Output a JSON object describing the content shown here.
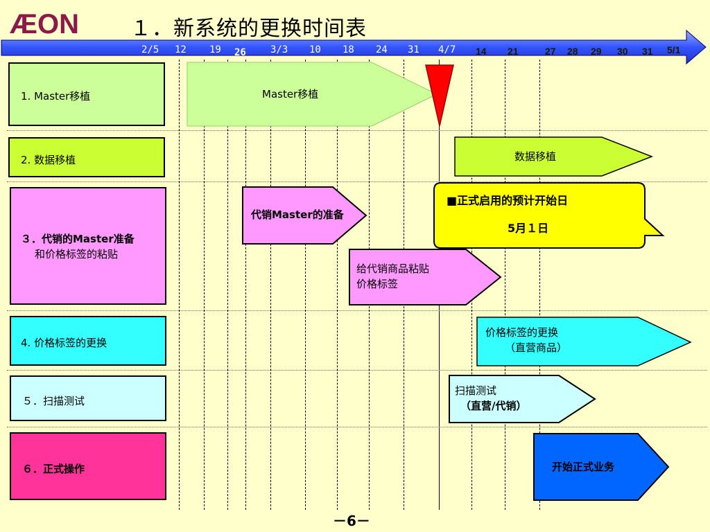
{
  "logo": {
    "text": "ÆON",
    "color": "#8b1a4b"
  },
  "title": "１．新系统的更换时间表",
  "timeline": {
    "color": "#3366ff",
    "ticks": [
      "2/5",
      "12",
      "19",
      "26",
      "3/3",
      "10",
      "18",
      "24",
      "31",
      "4/7",
      "14",
      "21",
      "27",
      "28",
      "29",
      "30",
      "31",
      "5/1"
    ]
  },
  "rows": [
    {
      "label": "1.  Master移植",
      "color": "#ccff99"
    },
    {
      "label": "2.  数据移植",
      "color": "#ccff33"
    },
    {
      "label_line1": "３．代销的Master准备",
      "label_line2": "和价格标签的粘贴",
      "color": "#ff99ff"
    },
    {
      "label": "4.  价格标签的更换",
      "color": "#33ffff"
    },
    {
      "label": "５．扫描测试",
      "color": "#ccffff"
    },
    {
      "label": "６．正式操作",
      "color": "#ff3399"
    }
  ],
  "arrows": {
    "master": "Master移植",
    "data": "数据移植",
    "consign_prep": "代销Master的准备",
    "label_line1": "给代销商品粘贴",
    "label_line2": "价格标签",
    "price_line1": "价格标签的更换",
    "price_line2": "（直营商品）",
    "scan_line1": "扫描测试",
    "scan_line2": "（直营/代销）",
    "start": "开始正式业务"
  },
  "callout": {
    "line1": "■正式启用的预计开始日",
    "line2": "5月１日",
    "color": "#ffff00"
  },
  "page_number": "－6－"
}
